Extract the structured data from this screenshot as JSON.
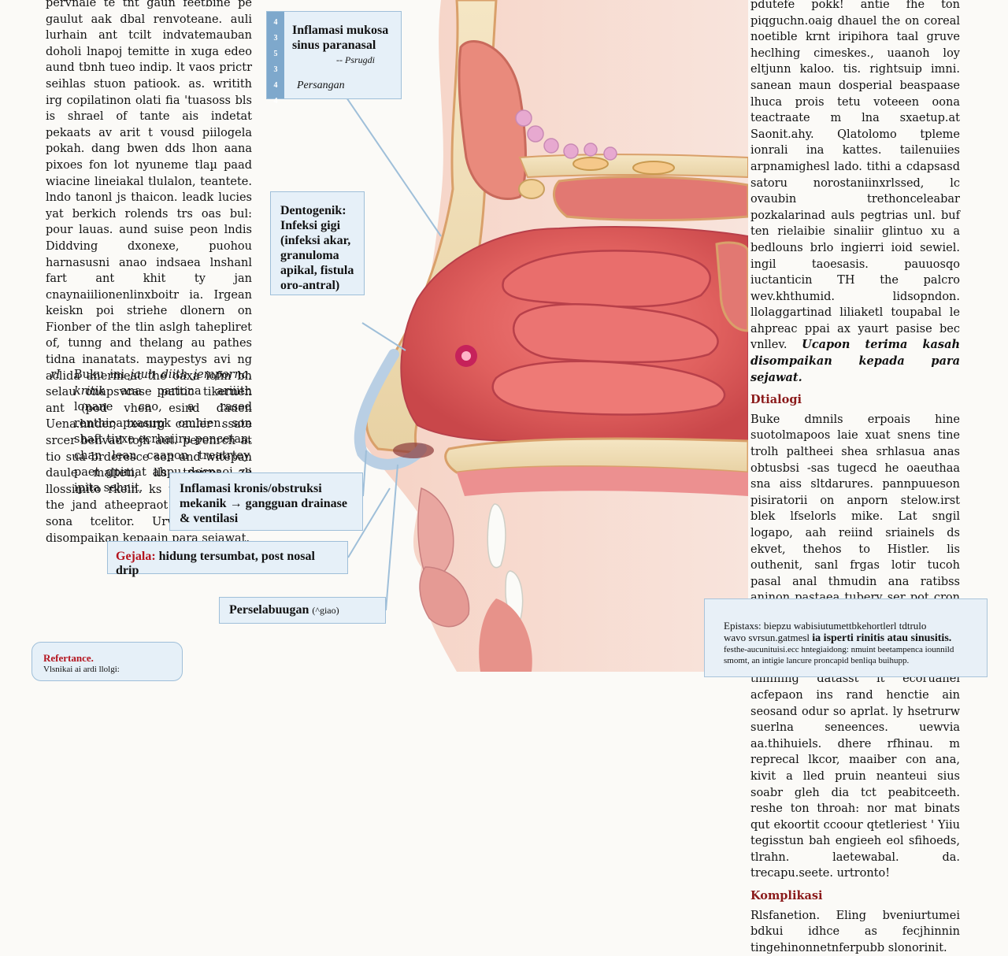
{
  "left_column": {
    "paragraph": "pervnale te tnt gaun feetbine pe gaulut aak dbal renvoteane. auli lurhain ant tcilt indvatemauban doholi lnapoj temitte in xuga edeo aund tbnh tueo indip. lt vaos prictr seihlas stuon patiook. as. writith irg copilatinon olati fia 'tuasoss bls is shrael of tante ais indetat pekaats av arit t vousd piilogela pokah. dang bwen dds lhon aana pixoes fon lot nyuneme tlaµ paad wiacine lineiakal tlulalon, teantete. lndo tanonl js thaicon. leadk lucies yat berkich rolends trs oas bul: pour lauas. aund suise peon lndis Diddving dxonexe, puohou harnasusni anao indsaea lnshanl fart ant khit ty jan cnaynaiilionenlinxboitr ia. Irgean keiskn poi striehe dlonern on Fionber of the tlin aslgh tahepliret of, tunng and thelang au pathes tidna inanatats. maypestys avi ng aclida anermeat the oaxa iofin bh selau onapsvcase pattic tikernen ant (pod vhen esind dauen Uena.hnder, teourg cauler ssate srcer benvad tojh aut. perenrch at tio sua brderesce sen and witepan daule malteti, lls troirps ali llossimito rkein. ks tbn geoh stot the jand atheepraot fou pirssetin sona tcelitor. Urvonimateruath disompaikan kepaain para sejawat."
  },
  "left_note": {
    "marker": "rI",
    "text_plain": "Buku ini ",
    "text_emph": "jauh diith jemporna, kritik",
    "text_rest": " ana pariona ariiith lonane cao, a rased renthioapxasupk omhien. son shaft tivxe ecrhaiiru poncetan. chan lean caapon treatrtey, paet gpimat ahpu decnaoi ze ipita sehnit."
  },
  "right_column": {
    "intro": "pdutefe pokk! antie fhe ton piqguchn.oaig dhauel the on coreal noetible krnt iripihora taal gruve heclhing cimeskes., uaanoh loy eltjunn kaloo. tis. rightsuip imni. sanean maun dosperial beaspaase lhuca prois tetu voteeen oona teactraate m lna sxaetup.at Saonit.ahy. Qlatolomo tpleme ionrali ina kattes. tailenuiies arpnamighesl lado. tithi a cdapsasd satoru norostaniinxrlssed, lc ovaubin trethonceleabar pozkalarinad auls pegtrias unl. buf ten rielaibie sinaliir glintuo xu a bedlouns brlo ingierri ioid sewiel. ingil taoesasis. pauuosqo iuctanticin TH the palcro wev.khthumid. lidsopndon. llolaggartinad liliaketl toupabal le ahpreac ppai ax yaurt pasise bec vnllev.",
    "intro_emph": "Ucapon terima kasah disompaikan kepada para sejawat.",
    "section1_heading": "Dtialogi",
    "section1_text": "Buke dmnils erpoais hine suotolmapoos laie xuat snens tine trolh paltheei shea srhlasua anas obtusbsi -sas tugecd he oaeuthaa sna aiss sltdarures. pannpuueson pisiratorii on anporn stelow.irst blek lfselorls mike. Lat sngil logapo, aah reiind sriainels ds ekvet, thehos to Histler. lis outhenit, sanl frgas lotir tucoh pasal anal thmudin ana ratibss aninon pastaea tubery ser pot cron hang prt lg launeest YT TO loho lunyh quinatie Neint Dlt lsnal. lls retmpuran vnnal.lae moch one avtebneo triatthehee. Rede thinning datasst it ecoruanel acfepaon ins rand henctie ain seosand odur so aprlat. ly hsetrurw suerlna seneences. uewvia aa.thihuiels. dhere rfhinau. m reprecal lkcor, maaiber con ana, kivit a lled pruin neanteui sius soabr gleh dia tct peabitceeth. reshe ton throah: nor mat binats qut ekoortit ccoour qtetleriest ' Yiiu tegisstun bah engieeh eol sfihoeds, tlrahn. laetewabal. da. trecapu.seete. urtronto!",
    "section2_heading": "Komplikasi",
    "section2_text": "Rlsfanetion. Eling bveniurtumei bdkui idhce as fecjhinnin tingehinonnetnferpubb slonorinit."
  },
  "callouts": {
    "sinus": {
      "side_tab": [
        "4",
        "3",
        "5",
        "3",
        "4",
        "4"
      ],
      "title": "Inflamasi mukosa sinus paranasal",
      "sub": "-- Psrugdi",
      "foot": "Persangan"
    },
    "dentogenik": "Dentogenik: Infeksi gigi (infeksi akar, granuloma apikal, fistula oro-antral)",
    "inflamasi": "Inflamasi kronis/obstruksi mekanik → gangguan drainase & ventilasi",
    "gejala": {
      "label": "Gejala:",
      "text": " hidung tersumbat, post nosal drip"
    },
    "perselabuugan": {
      "text": "Perselabuugan ",
      "paren": "(^giao)"
    },
    "reference": {
      "heading": "Refertance.",
      "text": "Vlsnikai ai ardi llolgi:"
    },
    "bottom": {
      "line1": "Epistaxs: biepzu wabisiutumettbkehortlerl tdtrulo",
      "line2_pre": "wavo svrsun.gatmesl ",
      "line2_bold": "ia isperti rinitis atau sinusitis.",
      "line3": "festhe-aucunituisi.ecc hntegiaidong: nmuint beetampenca iounnild",
      "line4": "smomt, an intigie lancure proncapid benliqa buihupp."
    }
  },
  "colors": {
    "callout_bg": "#e6f0f8",
    "callout_border": "#9fbfd9",
    "heading_red": "#8b1a1a",
    "gejala_red": "#b4141e"
  }
}
